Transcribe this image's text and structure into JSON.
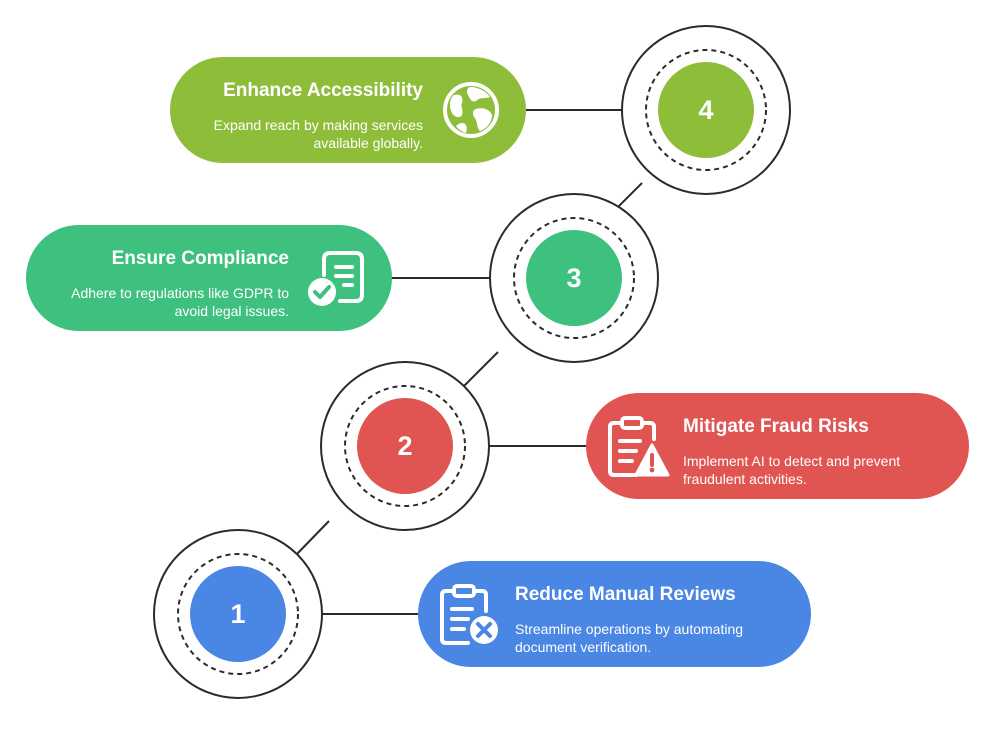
{
  "colors": {
    "green_light": "#8ebd3a",
    "green": "#3ec07e",
    "red": "#e05552",
    "blue": "#4a86e4",
    "line": "#2b2b2b"
  },
  "steps": [
    {
      "number": "1",
      "title": "Reduce Manual Reviews",
      "description": "Streamline operations by automating document verification.",
      "icon": "clipboard-x-icon"
    },
    {
      "number": "2",
      "title": "Mitigate Fraud Risks",
      "description": "Implement AI to detect and prevent fraudulent activities.",
      "icon": "clipboard-warning-icon"
    },
    {
      "number": "3",
      "title": "Ensure Compliance",
      "description": "Adhere to regulations like GDPR to avoid legal issues.",
      "icon": "document-check-icon"
    },
    {
      "number": "4",
      "title": "Enhance Accessibility",
      "description": "Expand reach by making services available globally.",
      "icon": "globe-icon"
    }
  ]
}
